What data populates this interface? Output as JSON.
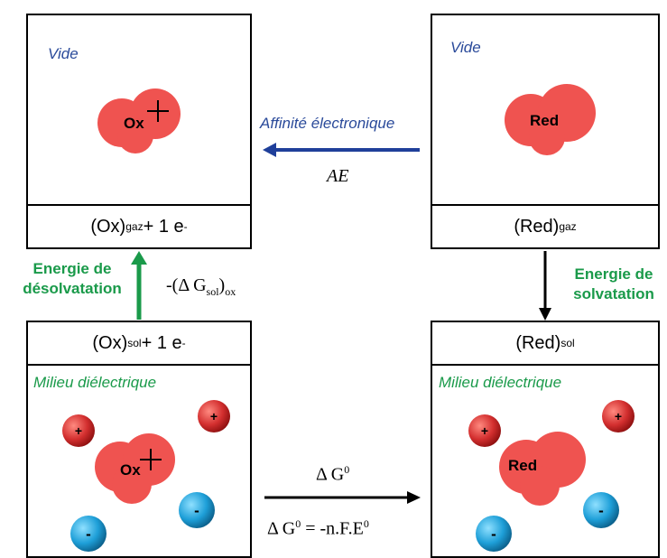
{
  "top_left": {
    "vide": "Vide",
    "molecule": "Ox",
    "state_main": "(Ox)",
    "state_sub": "gaz",
    "state_rest": " + 1 e",
    "state_sup": "-"
  },
  "top_right": {
    "vide": "Vide",
    "molecule": "Red",
    "state_main": "(Red)",
    "state_sub": "gaz"
  },
  "bottom_left": {
    "state_main": "(Ox)",
    "state_sub": "sol",
    "state_rest": " + 1 e",
    "state_sup": "-",
    "milieu": "Milieu diélectrique",
    "molecule": "Ox",
    "plus": "+",
    "minus": "-"
  },
  "bottom_right": {
    "state_main": "(Red)",
    "state_sub": "sol",
    "milieu": "Milieu diélectrique",
    "molecule": "Red",
    "plus": "+",
    "minus": "-"
  },
  "arrows": {
    "affinity_label": "Affinité électronique",
    "affinity_symbol": "AE",
    "desolv_line1": "Energie de",
    "desolv_line2": "désolvatation",
    "desolv_formula_pre": "-(Δ G",
    "desolv_formula_sub": "sol",
    "desolv_formula_close": ")",
    "desolv_formula_sub2": "ox",
    "solv_line1": "Energie de",
    "solv_line2": "solvatation",
    "dg_label": "Δ G",
    "dg_sup": "0",
    "dg_eq_pre": "Δ G",
    "dg_eq_sup1": "0",
    "dg_eq_mid": " = -n.F.E",
    "dg_eq_sup2": "0"
  },
  "colors": {
    "blob": "#ef5350",
    "plus_ion": "#d32f2f",
    "minus_ion": "#1e9fd8",
    "blue_arrow": "#1f3f9a",
    "green": "#1a9a4a"
  }
}
